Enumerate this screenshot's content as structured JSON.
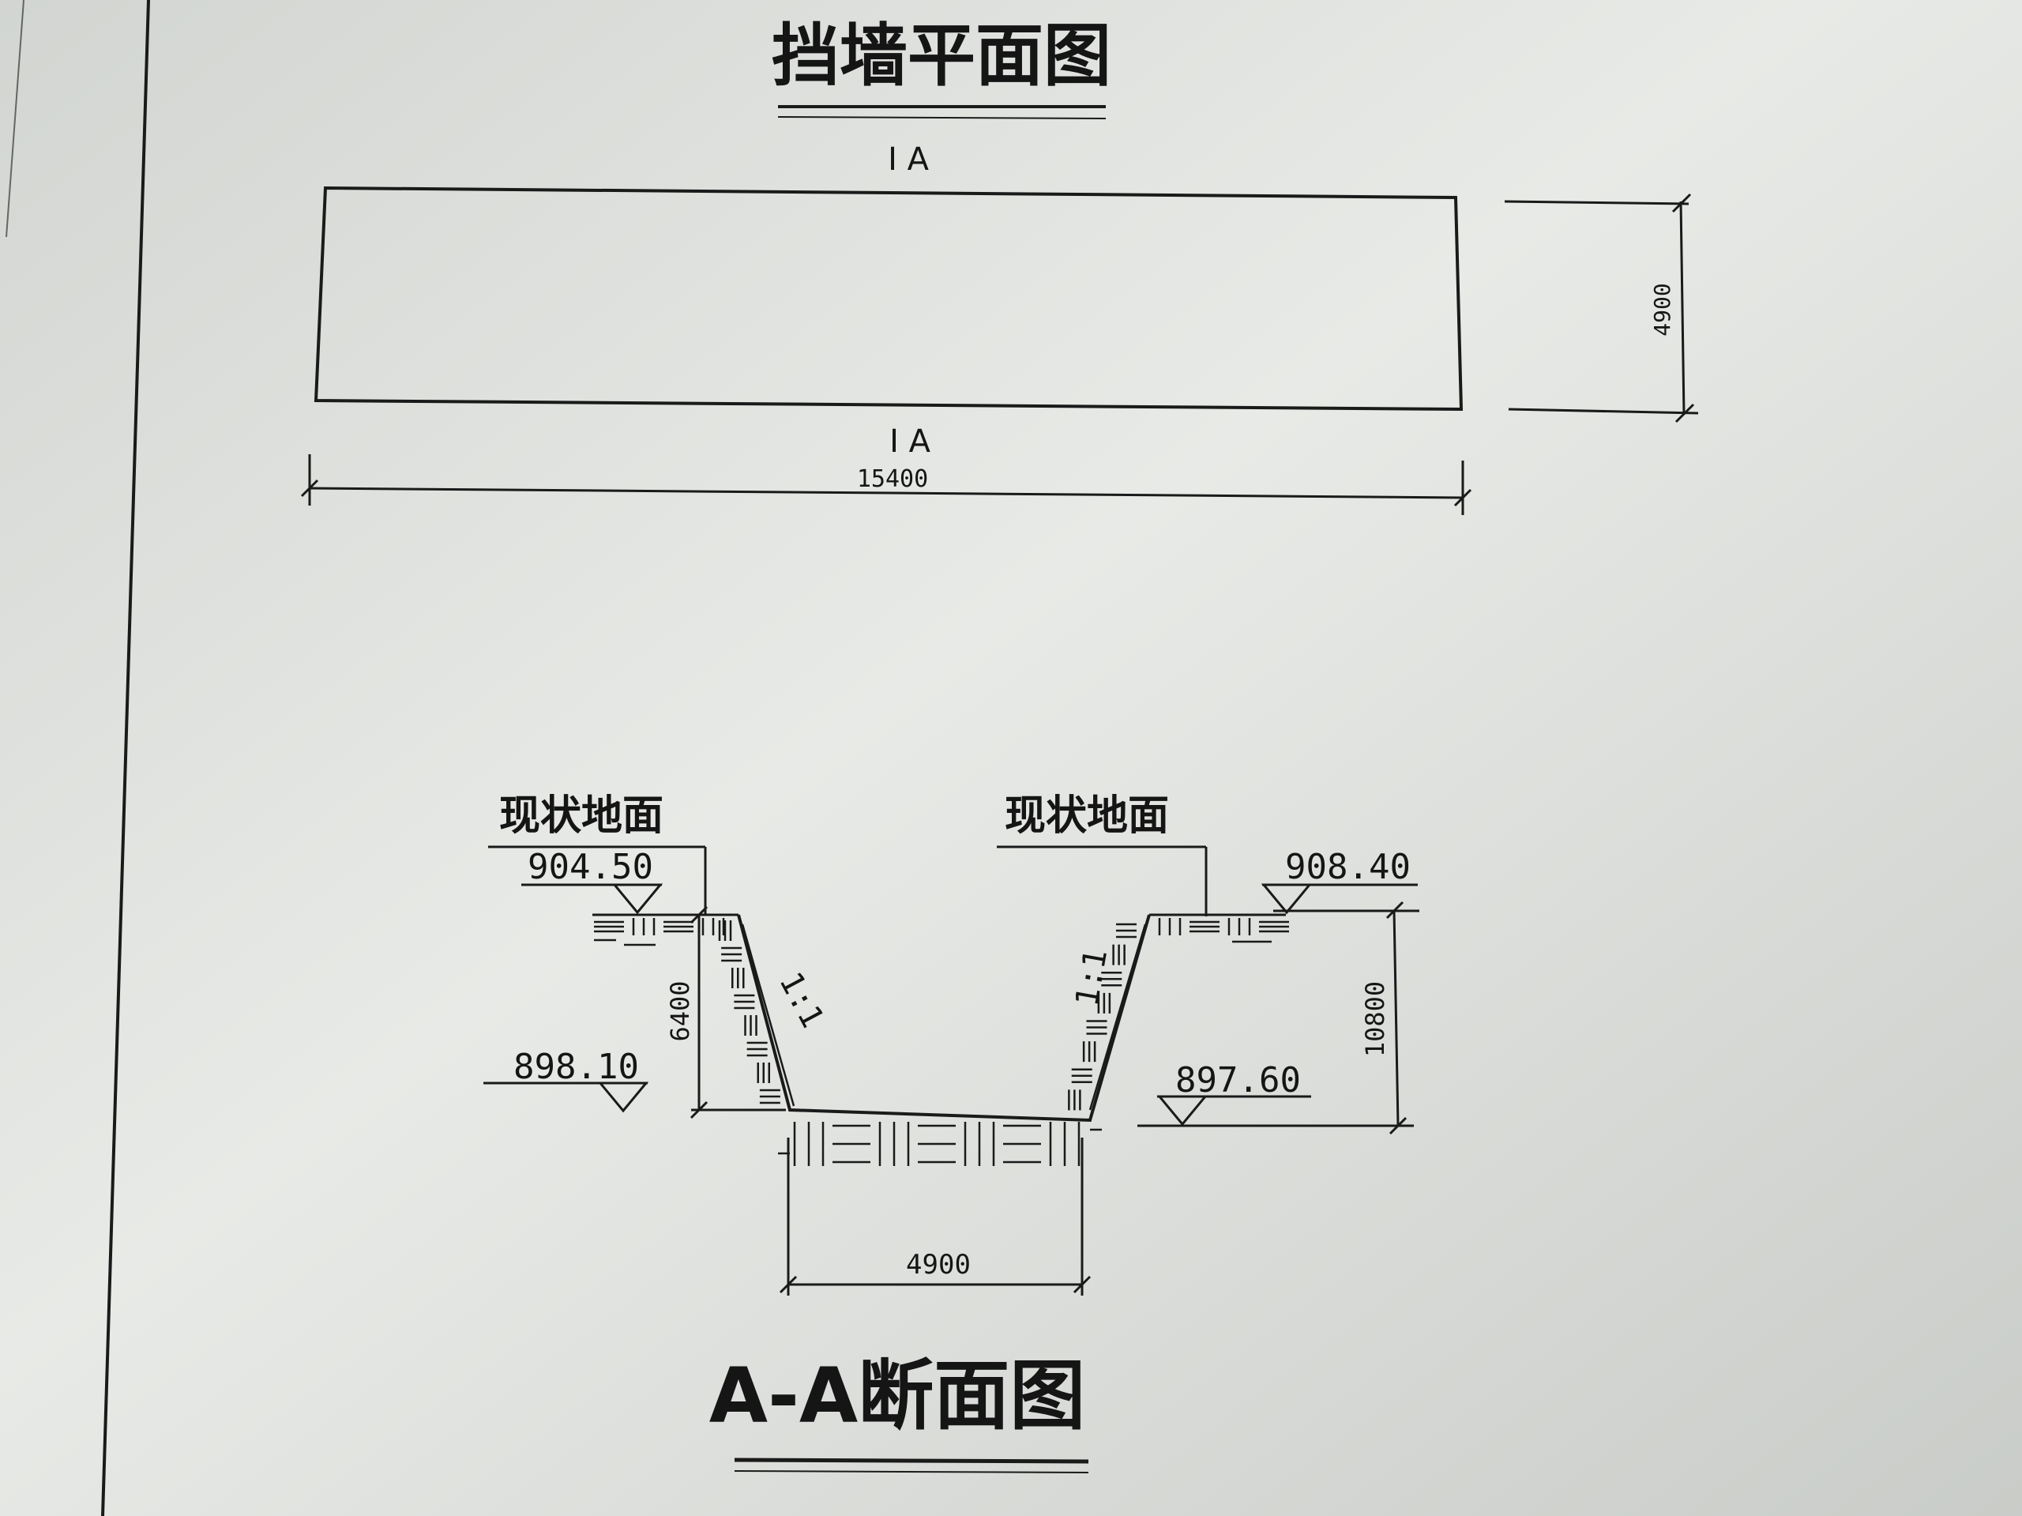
{
  "plan": {
    "title": "挡墙平面图",
    "section_mark_top": "I A",
    "section_mark_bottom": "I A",
    "dim_length": "15400",
    "dim_width": "4900"
  },
  "section": {
    "title": "A-A断面图",
    "left_ground_label": "现状地面",
    "right_ground_label": "现状地面",
    "left_top_elev": "904.50",
    "left_bottom_elev": "898.10",
    "right_top_elev": "908.40",
    "right_bottom_elev": "897.60",
    "left_height": "6400",
    "right_height": "10800",
    "left_slope": "1:1",
    "right_slope": "1:1",
    "bottom_width": "4900"
  },
  "colors": {
    "paper": "#e4e6e3",
    "ink": "#1a1a1a"
  }
}
